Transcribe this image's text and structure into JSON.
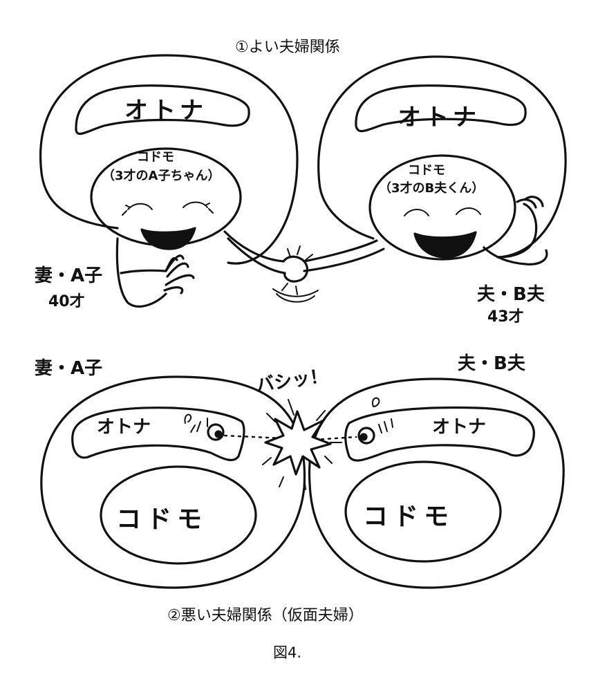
{
  "figure": {
    "top_title": "①よい夫婦関係",
    "bottom_title": "②悪い夫婦関係（仮面夫婦）",
    "caption": "図4."
  },
  "good": {
    "left": {
      "otona": "オトナ",
      "kodomo": "コドモ",
      "kodomo_sub": "（3才のA子ちゃん）",
      "person": "妻・A子",
      "age": "40才"
    },
    "right": {
      "otona": "オトナ",
      "kodomo": "コドモ",
      "kodomo_sub": "（3才のB夫くん）",
      "person": "夫・B夫",
      "age": "43才"
    }
  },
  "bad": {
    "left": {
      "person": "妻・A子",
      "otona": "オトナ",
      "kodomo": "コドモ"
    },
    "right": {
      "person": "夫・B夫",
      "otona": "オトナ",
      "kodomo": "コドモ"
    },
    "clash": "バシッ！"
  }
}
